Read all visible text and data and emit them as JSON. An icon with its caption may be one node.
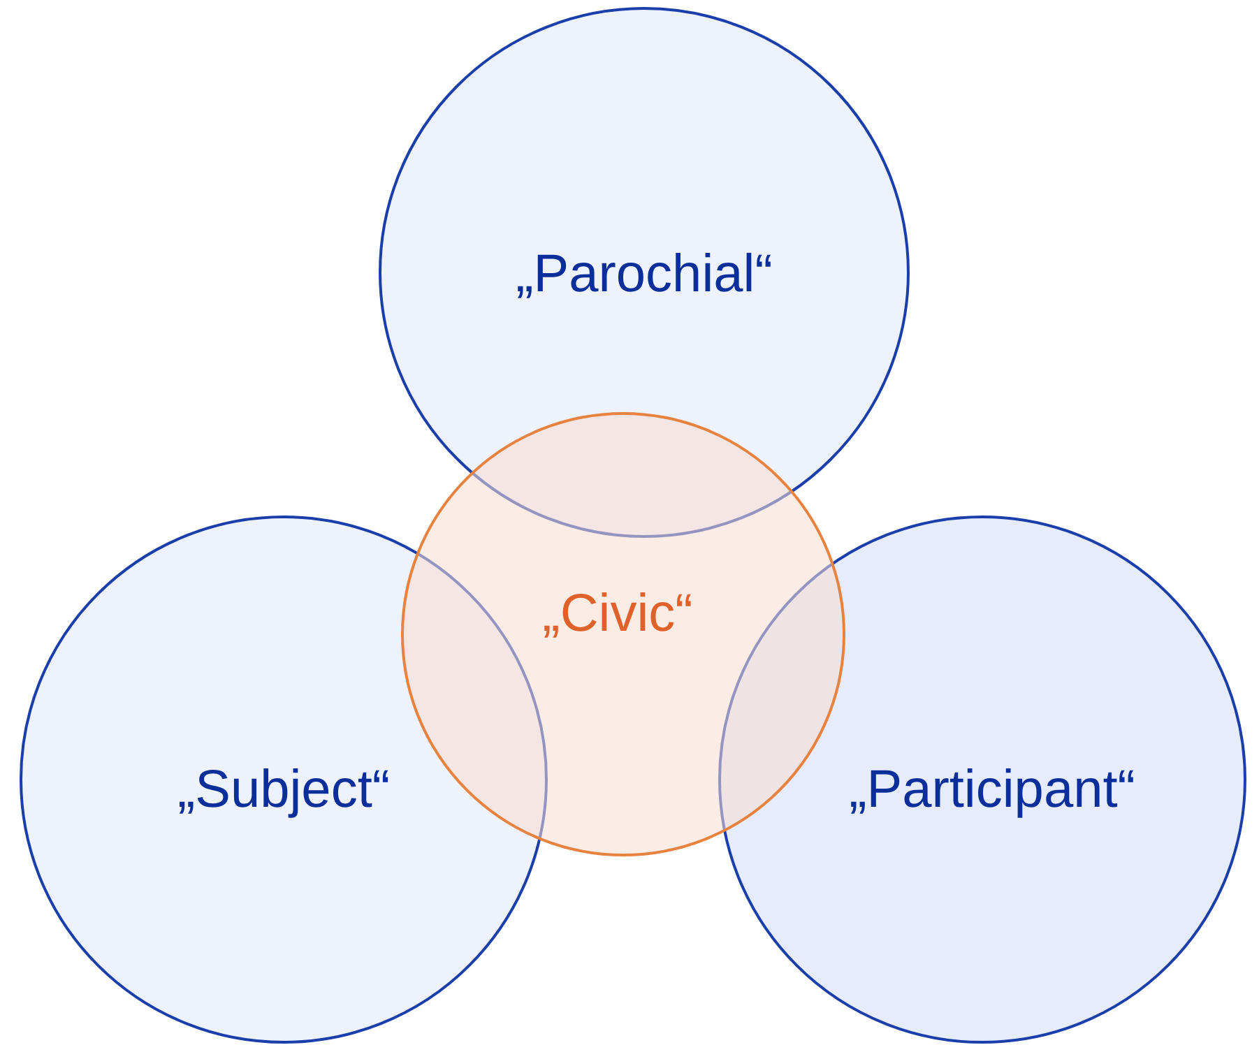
{
  "diagram": {
    "nodes": [
      {
        "text": [
          "„Parochial“"
        ]
      },
      {
        "text": [
          "„Subject“"
        ]
      },
      {
        "text": [
          "„Participant“"
        ]
      },
      {
        "text": [
          "„Civic“"
        ]
      }
    ]
  }
}
